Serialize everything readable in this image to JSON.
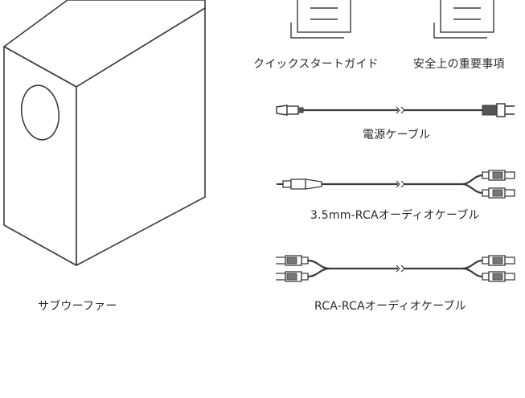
{
  "items": {
    "subwoofer": {
      "label": "サブウーファー"
    },
    "quick_start_guide": {
      "label": "クイックスタートガイド"
    },
    "safety_info": {
      "label": "安全上の重要事項"
    },
    "power_cable": {
      "label": "電源ケーブル"
    },
    "audio_cable_35": {
      "label": "3.5mm-RCAオーディオケーブル"
    },
    "audio_cable_rca": {
      "label": "RCA-RCAオーディオケーブル"
    }
  },
  "colors": {
    "line": "#3a3a3a",
    "text": "#2a2a2a"
  }
}
